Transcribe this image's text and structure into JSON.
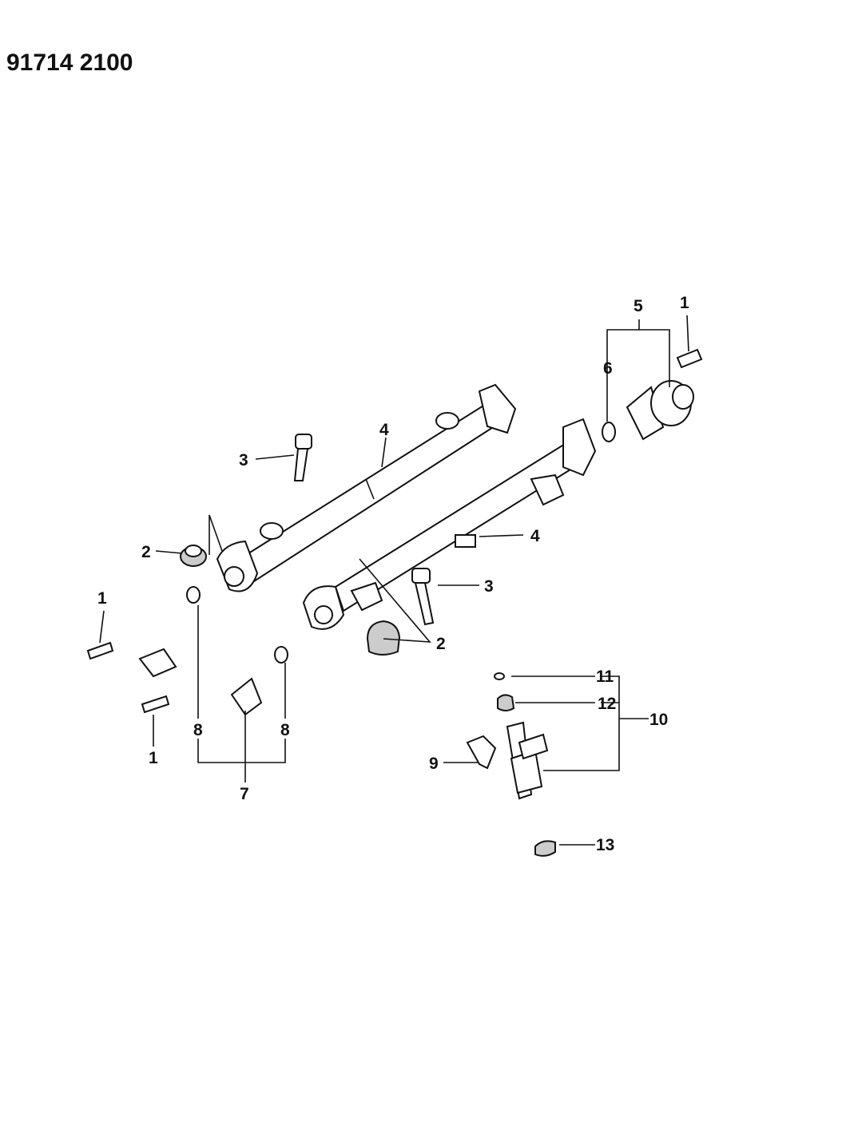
{
  "title": "91714 2100",
  "callouts": {
    "c1a": "1",
    "c1b": "1",
    "c1c": "1",
    "c2a": "2",
    "c2b": "2",
    "c3a": "3",
    "c3b": "3",
    "c4a": "4",
    "c4b": "4",
    "c5": "5",
    "c6": "6",
    "c7": "7",
    "c8a": "8",
    "c8b": "8",
    "c9": "9",
    "c10": "10",
    "c11": "11",
    "c12": "12",
    "c13": "13"
  }
}
